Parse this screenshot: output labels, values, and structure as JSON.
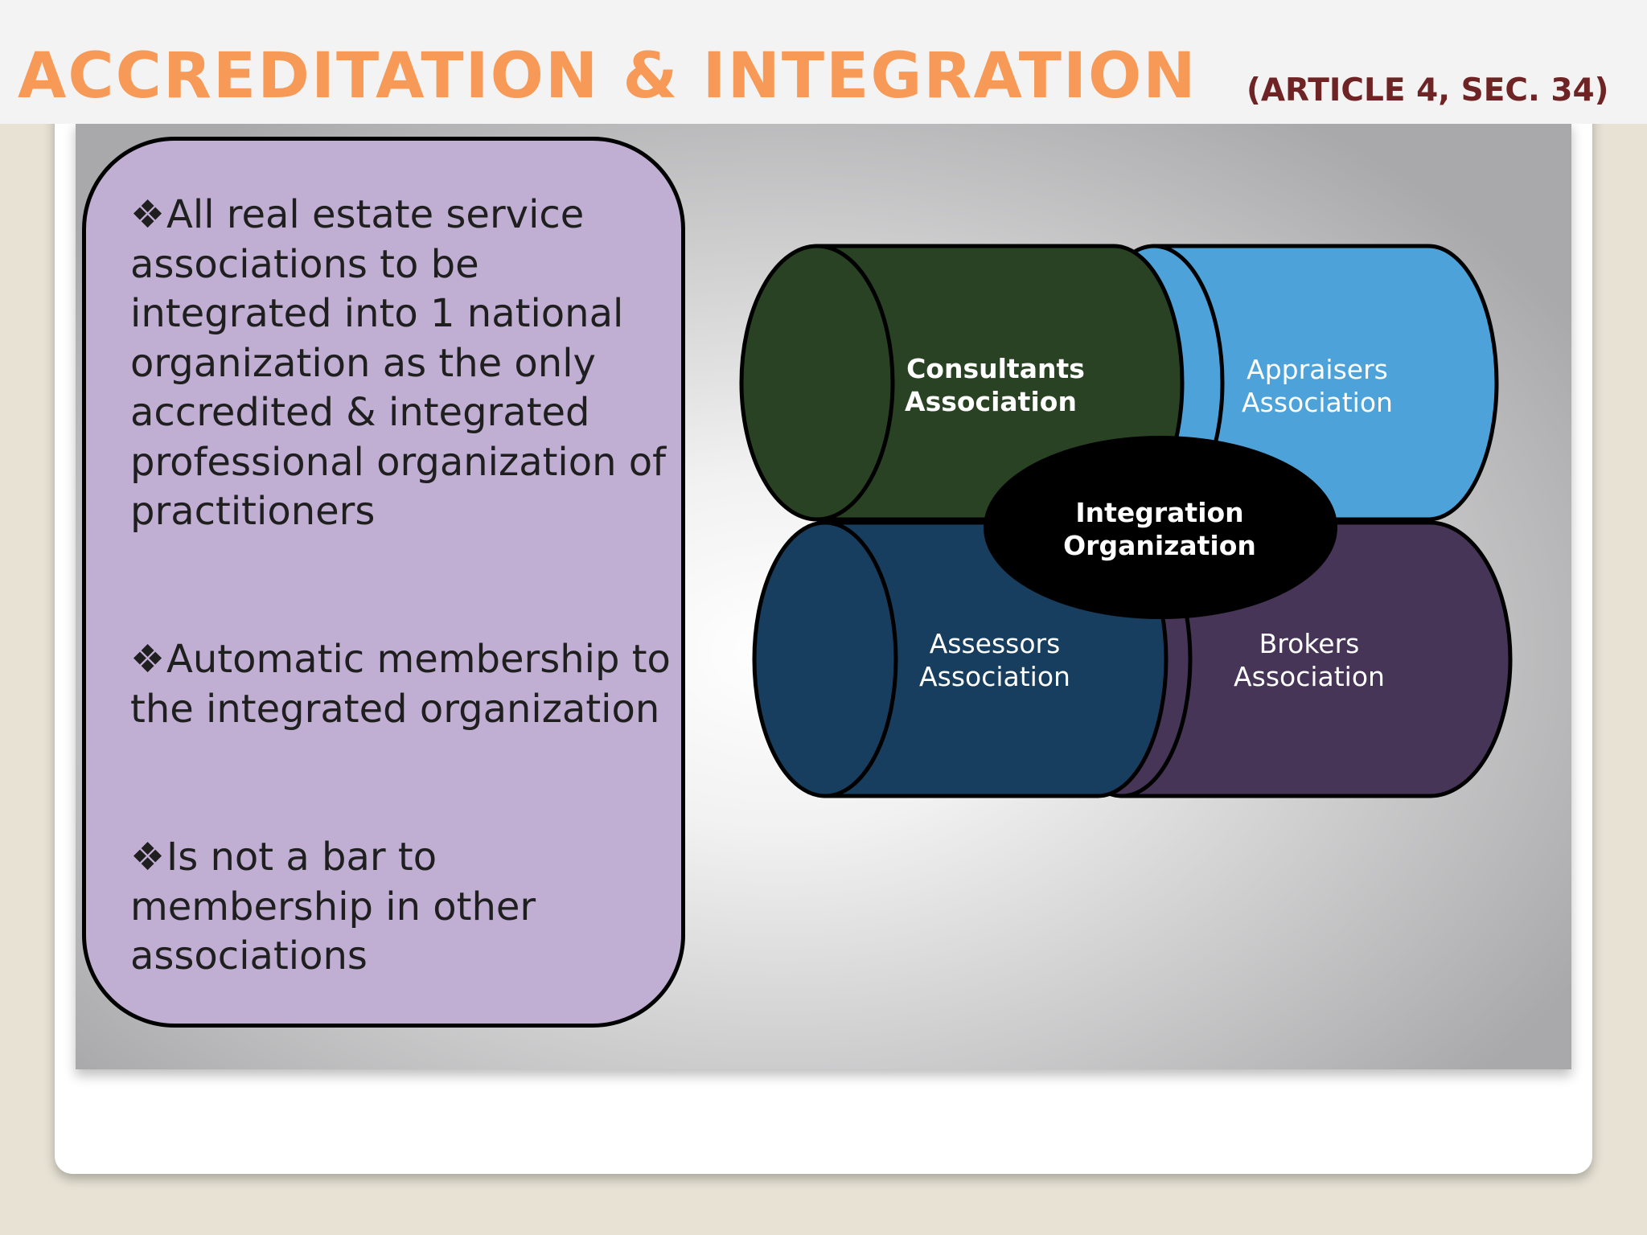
{
  "slide": {
    "title": "ACCREDITATION & INTEGRATION",
    "subtitle": "(ARTICLE 4, SEC. 34)"
  },
  "bullets": [
    {
      "marker": "❖",
      "text": "All real estate service associations to be integrated into 1 national organization as the only accredited & integrated professional organization of practitioners"
    },
    {
      "marker": "❖",
      "text": "Automatic membership  to the integrated organization"
    },
    {
      "marker": "❖",
      "text": "Is not a bar to membership in other associations"
    }
  ],
  "diagram": {
    "center": {
      "line1": "Integration",
      "line2": "Organization",
      "color": "#000000"
    },
    "cylinders": [
      {
        "id": "consultants",
        "line1": "Consultants",
        "line2": "Association",
        "color": "#2a4224",
        "text_color": "#ffffff",
        "bold": true
      },
      {
        "id": "appraisers",
        "line1": "Appraisers",
        "line2": "Association",
        "color": "#4da3d9",
        "text_color": "#ffffff",
        "bold": false
      },
      {
        "id": "assessors",
        "line1": "Assessors",
        "line2": "Association",
        "color": "#173e5e",
        "text_color": "#ffffff",
        "bold": false
      },
      {
        "id": "brokers",
        "line1": "Brokers",
        "line2": "Association",
        "color": "#463556",
        "text_color": "#ffffff",
        "bold": false
      }
    ]
  }
}
